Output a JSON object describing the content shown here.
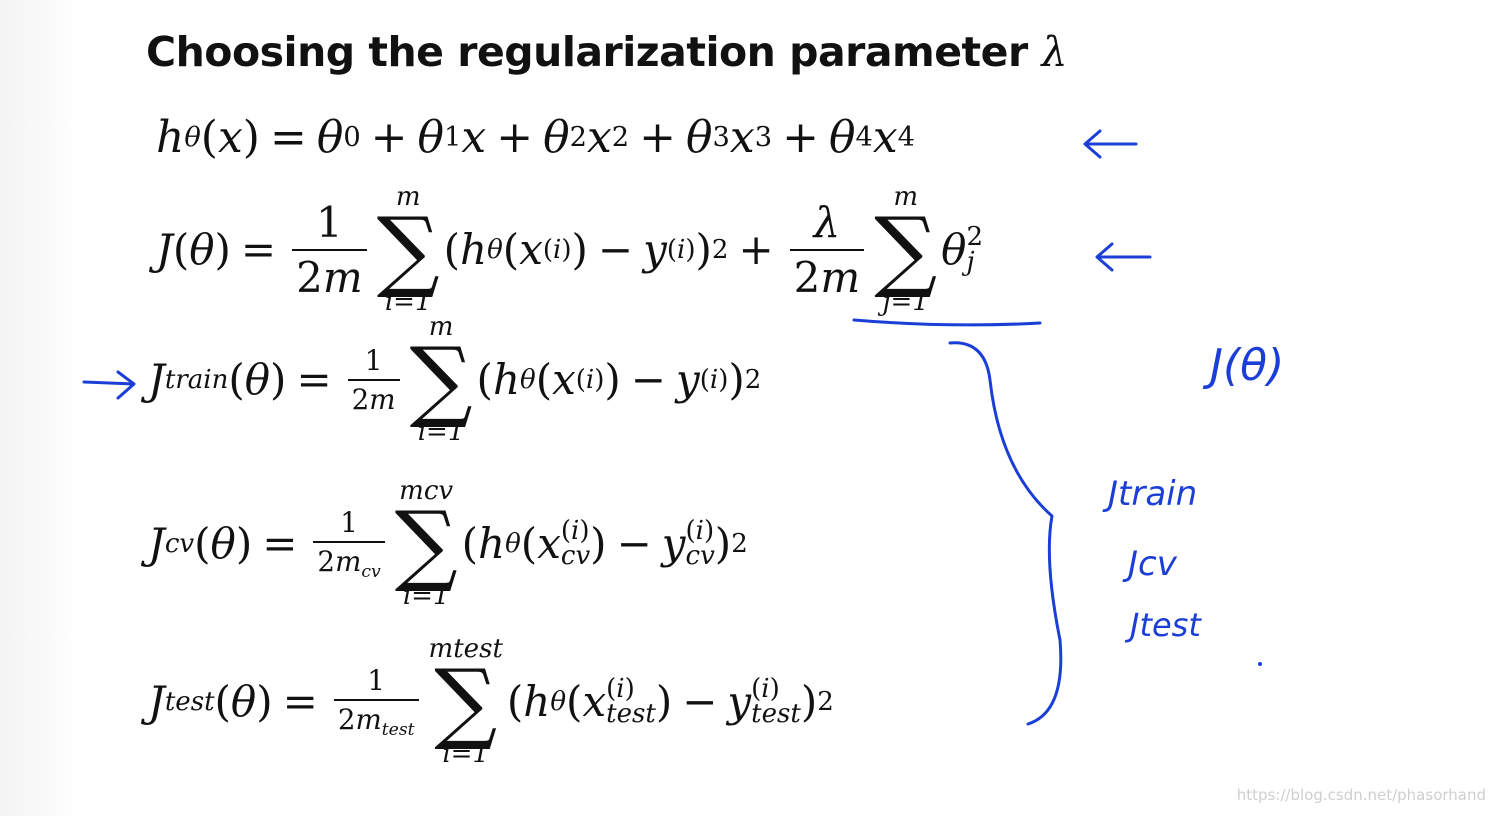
{
  "title": {
    "text": "Choosing the regularization parameter",
    "symbol": "λ"
  },
  "equations": {
    "hypothesis": {
      "lhs": "hθ(x)",
      "rhs": "θ0 + θ1x + θ2x2 + θ3x3 + θ4x4"
    },
    "cost": {
      "lhs": "J(θ)",
      "sum1_upper": "m",
      "sum1_lower": "i=1",
      "sum2_upper": "m",
      "sum2_lower": "j=1"
    },
    "train": {
      "lhs": "Jtrain(θ)",
      "sum_upper": "m",
      "sum_lower": "i=1"
    },
    "cv": {
      "lhs": "Jcv(θ)",
      "sum_upper": "mcv",
      "sum_lower": "i=1"
    },
    "test": {
      "lhs": "Jtest(θ)",
      "sum_upper": "mtest",
      "sum_lower": "i=1"
    }
  },
  "annotations": {
    "j_theta": "J(θ)",
    "j_train": "Jtrain",
    "j_cv": "Jcv",
    "j_test": "Jtest"
  },
  "ink_color": "#1b3fd6",
  "watermark": "https://blog.csdn.net/phasorhand"
}
